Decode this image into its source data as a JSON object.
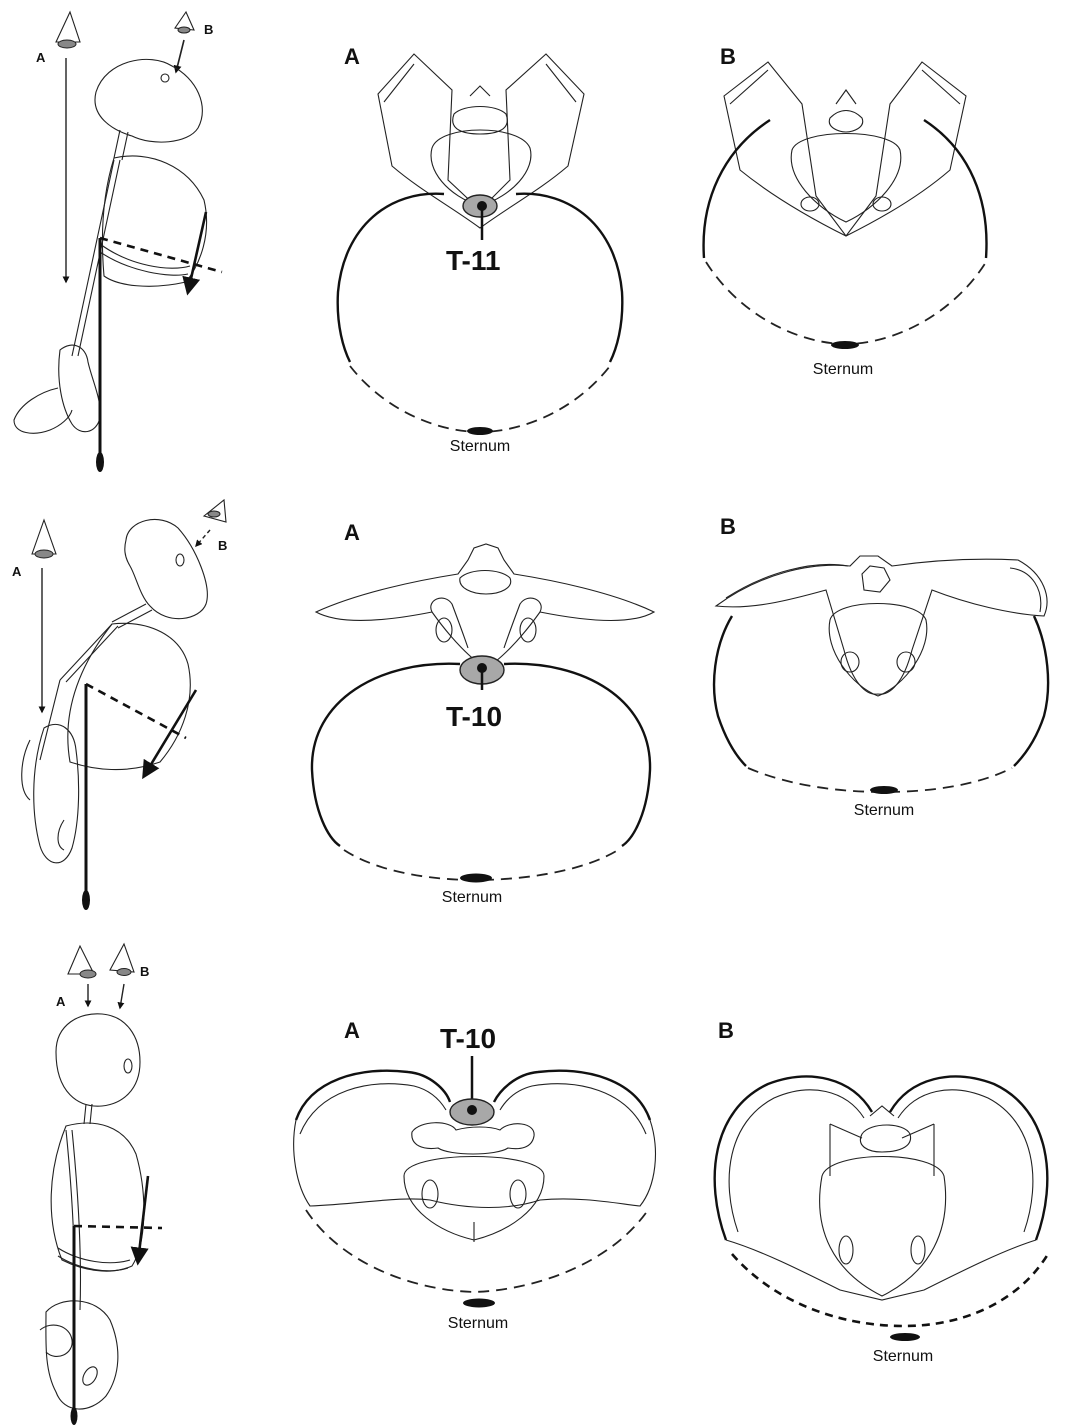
{
  "figure": {
    "rows": [
      {
        "eye_a": "A",
        "eye_b": "B",
        "panel_a_label": "A",
        "panel_b_label": "B",
        "vertebra_label": "T-11",
        "sternum_a": "Sternum",
        "sternum_b": "Sternum"
      },
      {
        "eye_a": "A",
        "eye_b": "B",
        "panel_a_label": "A",
        "panel_b_label": "B",
        "vertebra_label": "T-10",
        "sternum_a": "Sternum",
        "sternum_b": "Sternum"
      },
      {
        "eye_a": "A",
        "eye_b": "B",
        "panel_a_label": "A",
        "panel_b_label": "B",
        "vertebra_label": "T-10",
        "sternum_a": "Sternum",
        "sternum_b": "Sternum"
      }
    ],
    "colors": {
      "ink": "#111111",
      "vertebra_fill": "#a8a8a8",
      "background": "#ffffff"
    }
  }
}
